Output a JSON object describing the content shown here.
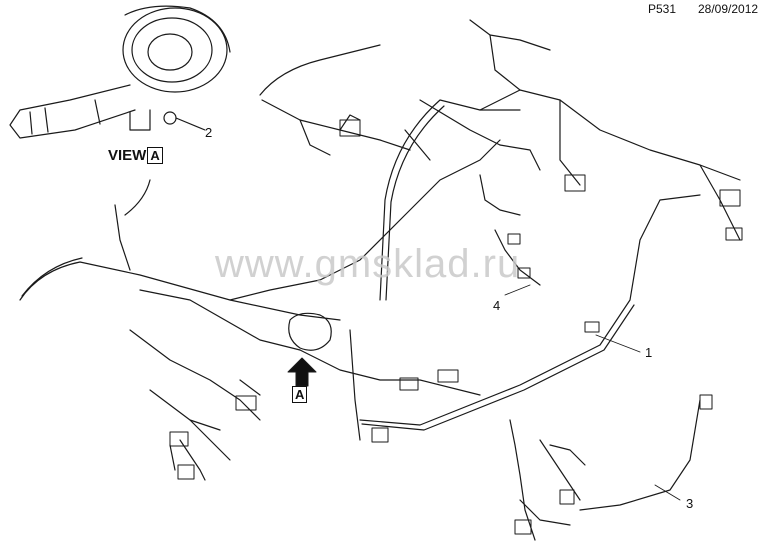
{
  "header": {
    "page_code": "P531",
    "date": "28/09/2012"
  },
  "view_label": {
    "text": "VIEW",
    "letter": "A"
  },
  "view_marker": {
    "letter": "A"
  },
  "callouts": {
    "c1": "1",
    "c2": "2",
    "c3": "3",
    "c4": "4"
  },
  "watermark": "www.gmsklad.ru",
  "colors": {
    "line": "#1a1a1a",
    "background": "#ffffff",
    "watermark": "#c9c9c9"
  }
}
